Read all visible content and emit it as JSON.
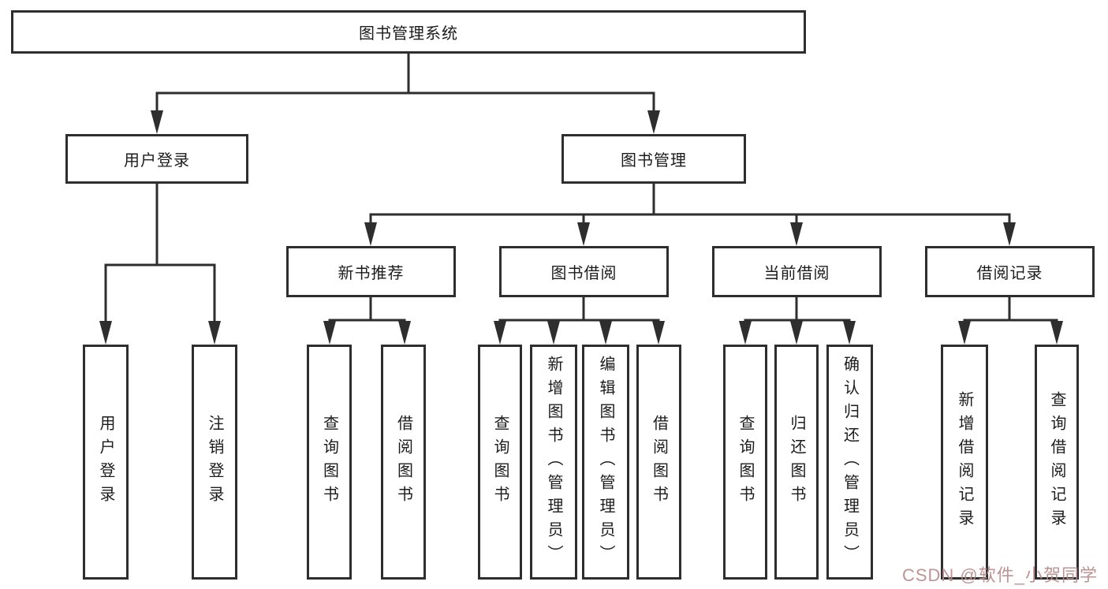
{
  "tree": {
    "root": {
      "label": "图书管理系统"
    },
    "branches": [
      {
        "label": "用户登录",
        "leaves": [
          {
            "label": "用户登录"
          },
          {
            "label": "注销登录"
          }
        ]
      },
      {
        "label": "图书管理",
        "groups": [
          {
            "label": "新书推荐",
            "leaves": [
              {
                "label": "查询图书"
              },
              {
                "label": "借阅图书"
              }
            ]
          },
          {
            "label": "图书借阅",
            "leaves": [
              {
                "label": "查询图书"
              },
              {
                "label": "新增图书（管理员）"
              },
              {
                "label": "编辑图书（管理员）"
              },
              {
                "label": "借阅图书"
              }
            ]
          },
          {
            "label": "当前借阅",
            "leaves": [
              {
                "label": "查询图书"
              },
              {
                "label": "归还图书"
              },
              {
                "label": "确认归还（管理员）"
              }
            ]
          },
          {
            "label": "借阅记录",
            "leaves": [
              {
                "label": "新增借阅记录"
              },
              {
                "label": "查询借阅记录"
              }
            ]
          }
        ]
      }
    ]
  },
  "watermark": {
    "text": "CSDN @软件_小贺同学",
    "color": "#ba8a8a"
  },
  "colors": {
    "line": "#2e2e2e",
    "box_border": "#2e2e2e",
    "background": "#ffffff",
    "text": "#1c1c1c"
  }
}
